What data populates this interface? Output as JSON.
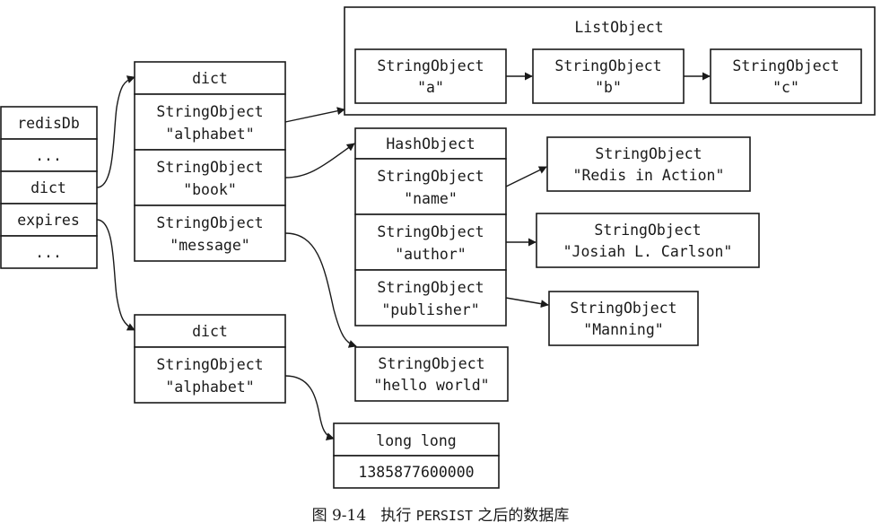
{
  "redisdb": {
    "title": "redisDb",
    "ellipsis_top": "...",
    "dict": "dict",
    "expires": "expires",
    "ellipsis_bottom": "..."
  },
  "keyspace_dict": {
    "title": "dict",
    "entries": [
      {
        "type": "StringObject",
        "value": "\"alphabet\""
      },
      {
        "type": "StringObject",
        "value": "\"book\""
      },
      {
        "type": "StringObject",
        "value": "\"message\""
      }
    ]
  },
  "list_object": {
    "title": "ListObject",
    "items": [
      {
        "type": "StringObject",
        "value": "\"a\""
      },
      {
        "type": "StringObject",
        "value": "\"b\""
      },
      {
        "type": "StringObject",
        "value": "\"c\""
      }
    ]
  },
  "hash_object": {
    "title": "HashObject",
    "fields": [
      {
        "type": "StringObject",
        "value": "\"name\""
      },
      {
        "type": "StringObject",
        "value": "\"author\""
      },
      {
        "type": "StringObject",
        "value": "\"publisher\""
      }
    ],
    "values": [
      {
        "type": "StringObject",
        "value": "\"Redis in Action\""
      },
      {
        "type": "StringObject",
        "value": "\"Josiah L. Carlson\""
      },
      {
        "type": "StringObject",
        "value": "\"Manning\""
      }
    ]
  },
  "message_value": {
    "type": "StringObject",
    "value": "\"hello world\""
  },
  "expires_dict": {
    "title": "dict",
    "entry": {
      "type": "StringObject",
      "value": "\"alphabet\""
    }
  },
  "expire_time": {
    "title": "long long",
    "value": "1385877600000"
  },
  "caption": {
    "figure": "图 9-14",
    "before": "执行",
    "command": "PERSIST",
    "after": "之后的数据库"
  }
}
